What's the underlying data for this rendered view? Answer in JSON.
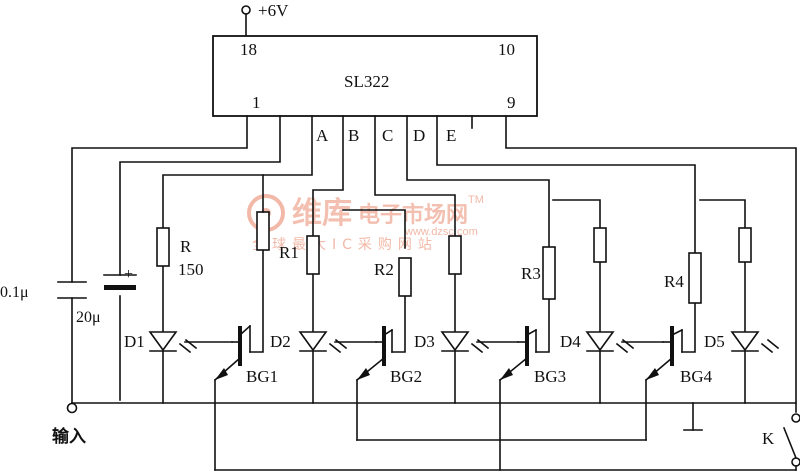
{
  "supply": {
    "label": "+6V"
  },
  "chip": {
    "name": "SL322",
    "pins": {
      "p18": "18",
      "p10": "10",
      "p1": "1",
      "p9": "9"
    },
    "outputs": [
      "A",
      "B",
      "C",
      "D",
      "E"
    ]
  },
  "input": {
    "cap1": "0.1μ",
    "cap2": "20μ",
    "label": "输入"
  },
  "resistors": {
    "r": "R",
    "r_value": "150",
    "r1": "R1",
    "r2": "R2",
    "r3": "R3",
    "r4": "R4"
  },
  "leds": [
    "D1",
    "D2",
    "D3",
    "D4",
    "D5"
  ],
  "transistors": [
    "BG1",
    "BG2",
    "BG3",
    "BG4"
  ],
  "switch": {
    "label": "K"
  },
  "watermark": {
    "brand": "维库",
    "subtitle": "电子市场网",
    "tm": "TM",
    "url": "www.dzsc.com",
    "slogan": "全球最大IC采购网站"
  },
  "colors": {
    "ink": "#111111",
    "watermark": "#f2b9a8"
  }
}
